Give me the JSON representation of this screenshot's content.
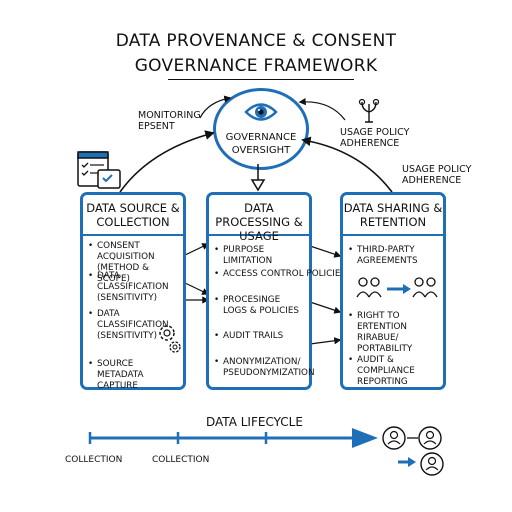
{
  "title": {
    "line1": "DATA PROVENANCE & CONSENT",
    "line2": "GOVERNANCE FRAMEWORK"
  },
  "oversight": {
    "label": "GOVERNANCE OVERSIGHT",
    "icon": "eye-icon"
  },
  "annotations": {
    "monitoring": "MONITORING EPSENT",
    "usage_policy_top": "USAGE POLICY ADHERENCE",
    "usage_policy_right": "USAGE POLICY ADHERENCE"
  },
  "stages": [
    {
      "heading": "DATA SOURCE & COLLECTION",
      "items": [
        "CONSENT ACQUISITION (METHOD & SCOPE)",
        "DATA CLASSIFICATION (SENSITIVITY)",
        "DATA CLASSIFICATION (SENSITIVITY)",
        "SOURCE METADATA CAPTURE"
      ]
    },
    {
      "heading": "DATA PROCESSING & USAGE",
      "items": [
        "PURPOSE LIMITATION",
        "ACCESS CONTROL POLICIES",
        "PROCESINGE LOGS & POLICIES",
        "AUDIT TRAILS",
        "ANONYMIZATION/ PSEUDONYMIZATION"
      ]
    },
    {
      "heading": "DATA SHARING & RETENTION",
      "items": [
        "THIRD-PARTY AGREEMENTS",
        "RIGHT TO ERTENTION RIRABUE/ PORTABILITY",
        "AUDIT & COMPLIANCE REPORTING"
      ]
    }
  ],
  "lifecycle": {
    "title": "DATA LIFECYCLE",
    "stage_labels": [
      "COLLECTION",
      "COLLECTION"
    ]
  },
  "colors": {
    "accent": "#1f6fb8",
    "ink": "#111111"
  },
  "icons": [
    "eye-icon",
    "checklist-icon",
    "plant-icon",
    "gear-icon",
    "people-transfer-icon",
    "user-icon"
  ]
}
